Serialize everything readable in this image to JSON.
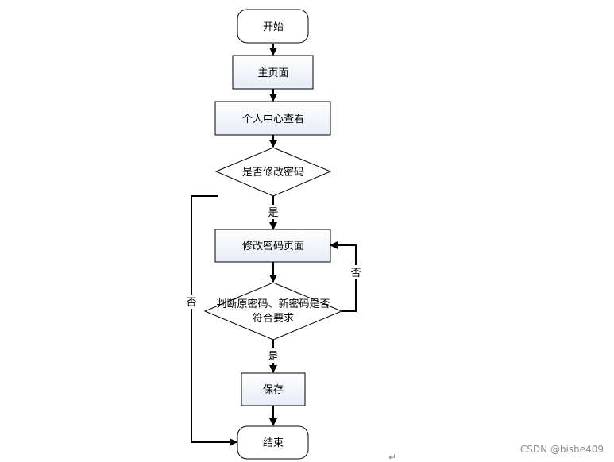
{
  "nodes": {
    "start": "开始",
    "home": "主页面",
    "profile": "个人中心查看",
    "decision_change": "是否修改密码",
    "change_page": "修改密码页面",
    "check_line1": "判断原密码、新密码是否",
    "check_line2": "符合要求",
    "save": "保存",
    "end": "结束"
  },
  "edges": {
    "yes_1": "是",
    "no_left": "否",
    "no_right": "否",
    "yes_2": "是"
  },
  "watermark": "CSDN @bishe409",
  "return_mark": "↵",
  "colors": {
    "node_fill": "#ffffff",
    "box_fill_top": "#ffffff",
    "box_fill_bottom": "#e8eef7",
    "stroke": "#000000"
  }
}
